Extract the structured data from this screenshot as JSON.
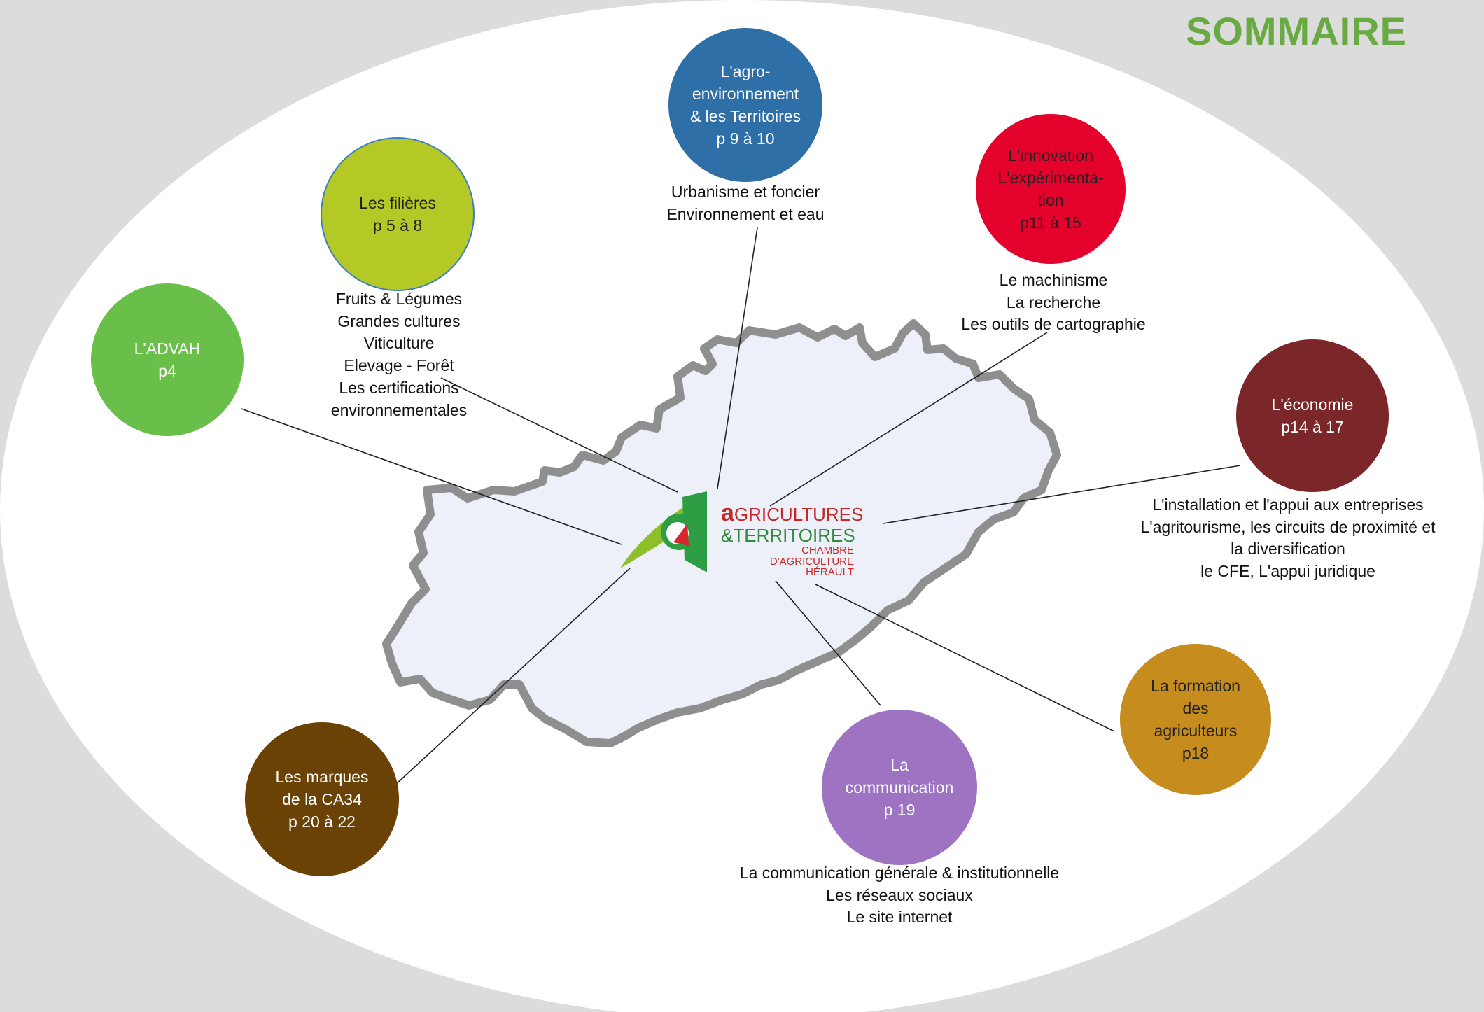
{
  "title": "SOMMAIRE",
  "colors": {
    "title": "#6aaa43",
    "background": "#dcdcdc",
    "oval": "#ffffff",
    "map_fill": "#edf0f8",
    "map_border": "#8f8f8f",
    "connector": "#222222"
  },
  "logo": {
    "line1_letter": "a",
    "line1_rest": "GRICULTURES",
    "line2": "&TERRITOIRES",
    "line3": "CHAMBRE D'AGRICULTURE",
    "line4": "HÉRAULT",
    "icon": "chamber-of-agriculture-logo-icon"
  },
  "circles": {
    "advah": {
      "color": "#6abf4b",
      "lines": [
        "L'ADVAH",
        "p4"
      ]
    },
    "filieres": {
      "color": "#b5c926",
      "lines": [
        "Les filières",
        "p 5 à 8"
      ]
    },
    "agro": {
      "color": "#2f6fa8",
      "lines": [
        "L'agro-",
        "environnement",
        "& les Territoires",
        "p 9 à 10"
      ]
    },
    "innovation": {
      "color": "#e4022d",
      "lines": [
        "L'innovation",
        "L'expérimenta-",
        "tion",
        "p11 à 15"
      ]
    },
    "economie": {
      "color": "#7b2628",
      "lines": [
        "L'économie",
        "p14 à 17"
      ]
    },
    "formation": {
      "color": "#c68c1e",
      "lines": [
        "La formation",
        "des",
        "agriculteurs",
        "p18"
      ]
    },
    "communication": {
      "color": "#9e74c2",
      "lines": [
        "La",
        "communication",
        "p 19"
      ]
    },
    "marques": {
      "color": "#6a4206",
      "lines": [
        "Les marques",
        "de la  CA34",
        "p 20 à 22"
      ]
    }
  },
  "topics": {
    "filieres": [
      "Fruits & Légumes",
      "Grandes cultures",
      "Viticulture",
      "Elevage - Forêt",
      "Les certifications",
      "environnementales"
    ],
    "agro": [
      "Urbanisme et foncier",
      "Environnement et eau"
    ],
    "innovation": [
      "Le machinisme",
      "La recherche",
      "Les outils de cartographie"
    ],
    "economie": [
      "L'installation et l'appui aux entreprises",
      "L'agritourisme, les circuits de proximité et",
      "la diversification",
      "le CFE, L'appui juridique"
    ],
    "communication": [
      "La communication générale & institutionnelle",
      "Les réseaux sociaux",
      "Le site internet"
    ]
  }
}
